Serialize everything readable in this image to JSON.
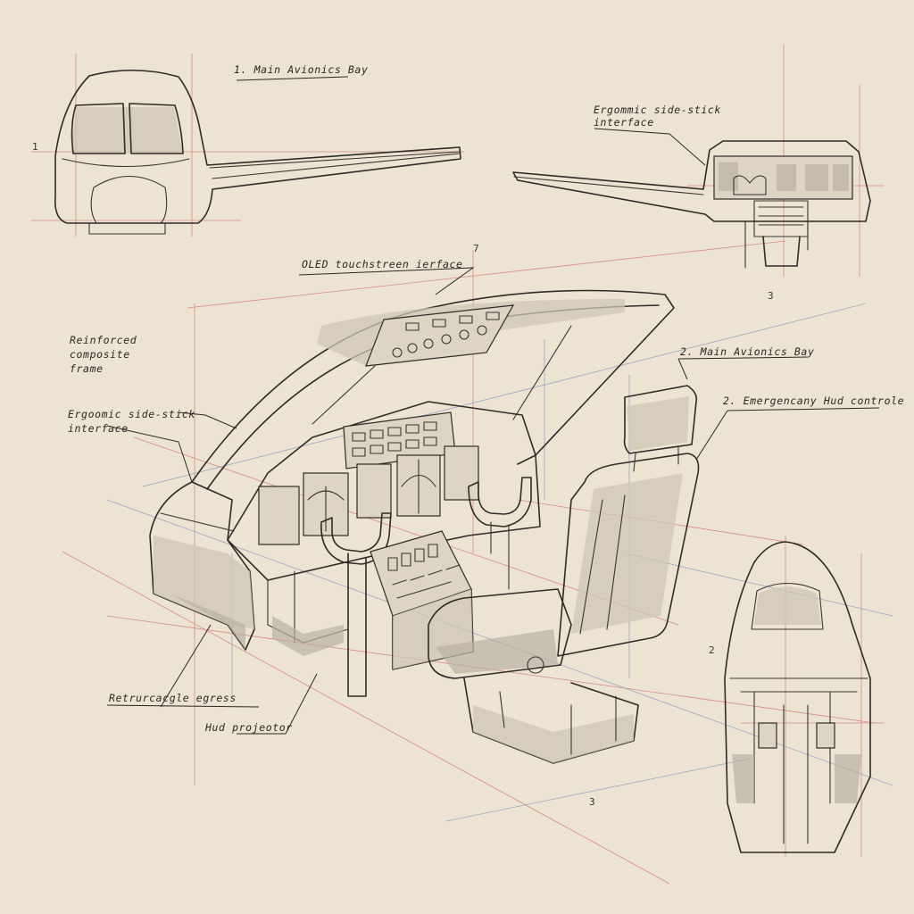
{
  "labels": {
    "top_left": "1. Main Avionics Bay",
    "top_right_line1": "Ergommic side-stick",
    "top_right_line2": "interface",
    "oled": "OLED touchstreen ierface",
    "reinforced_line1": "Reinforced",
    "reinforced_line2": "composite",
    "reinforced_line3": "frame",
    "sidestick_line1": "Ergoomic side-stick",
    "sidestick_line2": "interface",
    "main_avionics_2": "2. Main Avionics Bay",
    "emergency_hud": "2. Emergencany Hud controle",
    "retractable_egress": "Retrurcacgle egress",
    "hud_projector": "Hud projeotor"
  },
  "view_numbers": {
    "n_top_left": "1",
    "n_top_right": "3",
    "n_center_top": "7",
    "n_bottom_center": "3",
    "n_bottom_right": "2"
  },
  "colors": {
    "paper": "#ece3d2",
    "ink": "#2f2b27",
    "construction_red": "#d88a85",
    "construction_blue": "#98a8c2"
  }
}
